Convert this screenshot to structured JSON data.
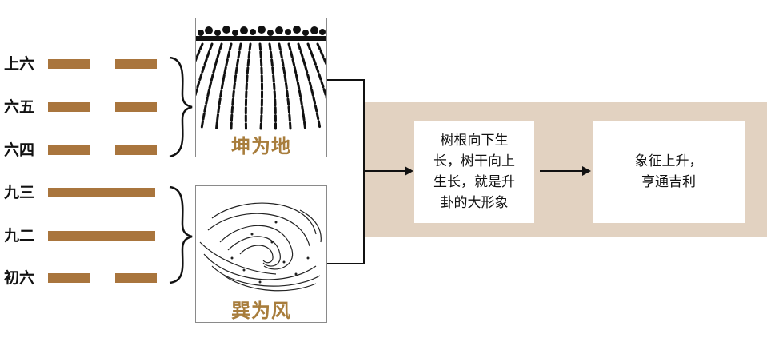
{
  "hexagram": {
    "lines": [
      {
        "label": "上六",
        "type": "yin"
      },
      {
        "label": "六五",
        "type": "yin"
      },
      {
        "label": "六四",
        "type": "yin"
      },
      {
        "label": "九三",
        "type": "yang"
      },
      {
        "label": "九二",
        "type": "yang"
      },
      {
        "label": "初六",
        "type": "yin"
      }
    ],
    "line_color": "#a9753d"
  },
  "trigrams": {
    "upper": {
      "caption": "坤为地",
      "icon": "plowed-field-icon"
    },
    "lower": {
      "caption": "巽为风",
      "icon": "wind-swirl-icon"
    }
  },
  "flow": {
    "band_color": "#e2d2c1",
    "image_box": {
      "lines": [
        "树根向下生",
        "长，树干向上",
        "生长，就是升",
        "卦的大形象"
      ]
    },
    "meaning_box": {
      "lines": [
        "象征上升，",
        "亨通吉利"
      ]
    }
  },
  "colors": {
    "caption": "#a87d3c",
    "text": "#111111"
  }
}
